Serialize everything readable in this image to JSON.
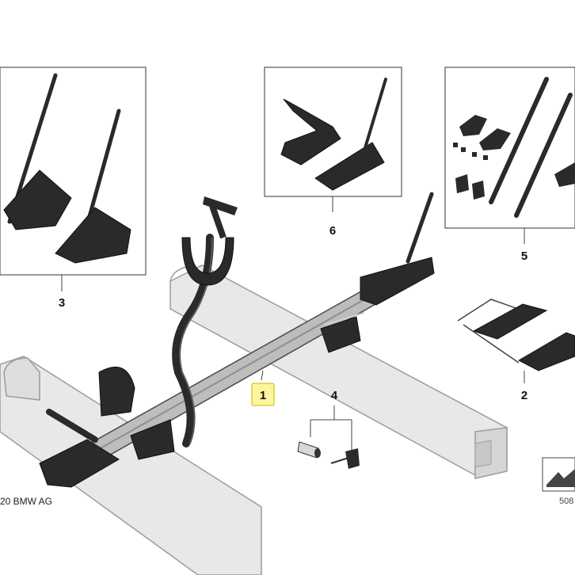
{
  "diagram": {
    "callouts": [
      {
        "id": "1",
        "label": "1",
        "highlighted": true
      },
      {
        "id": "2",
        "label": "2"
      },
      {
        "id": "3",
        "label": "3"
      },
      {
        "id": "4",
        "label": "4"
      },
      {
        "id": "5",
        "label": "5"
      },
      {
        "id": "6",
        "label": "6"
      }
    ],
    "copyright": "20 BMW AG",
    "reference_number": "508"
  },
  "colors": {
    "highlight_fill": "#fff59a",
    "highlight_border": "#c9b800",
    "part_dark": "#2a2a2a",
    "rail_light": "#e6e6e6",
    "rail_edge": "#9a9a9a",
    "aluminium": "#b9b9b9"
  }
}
